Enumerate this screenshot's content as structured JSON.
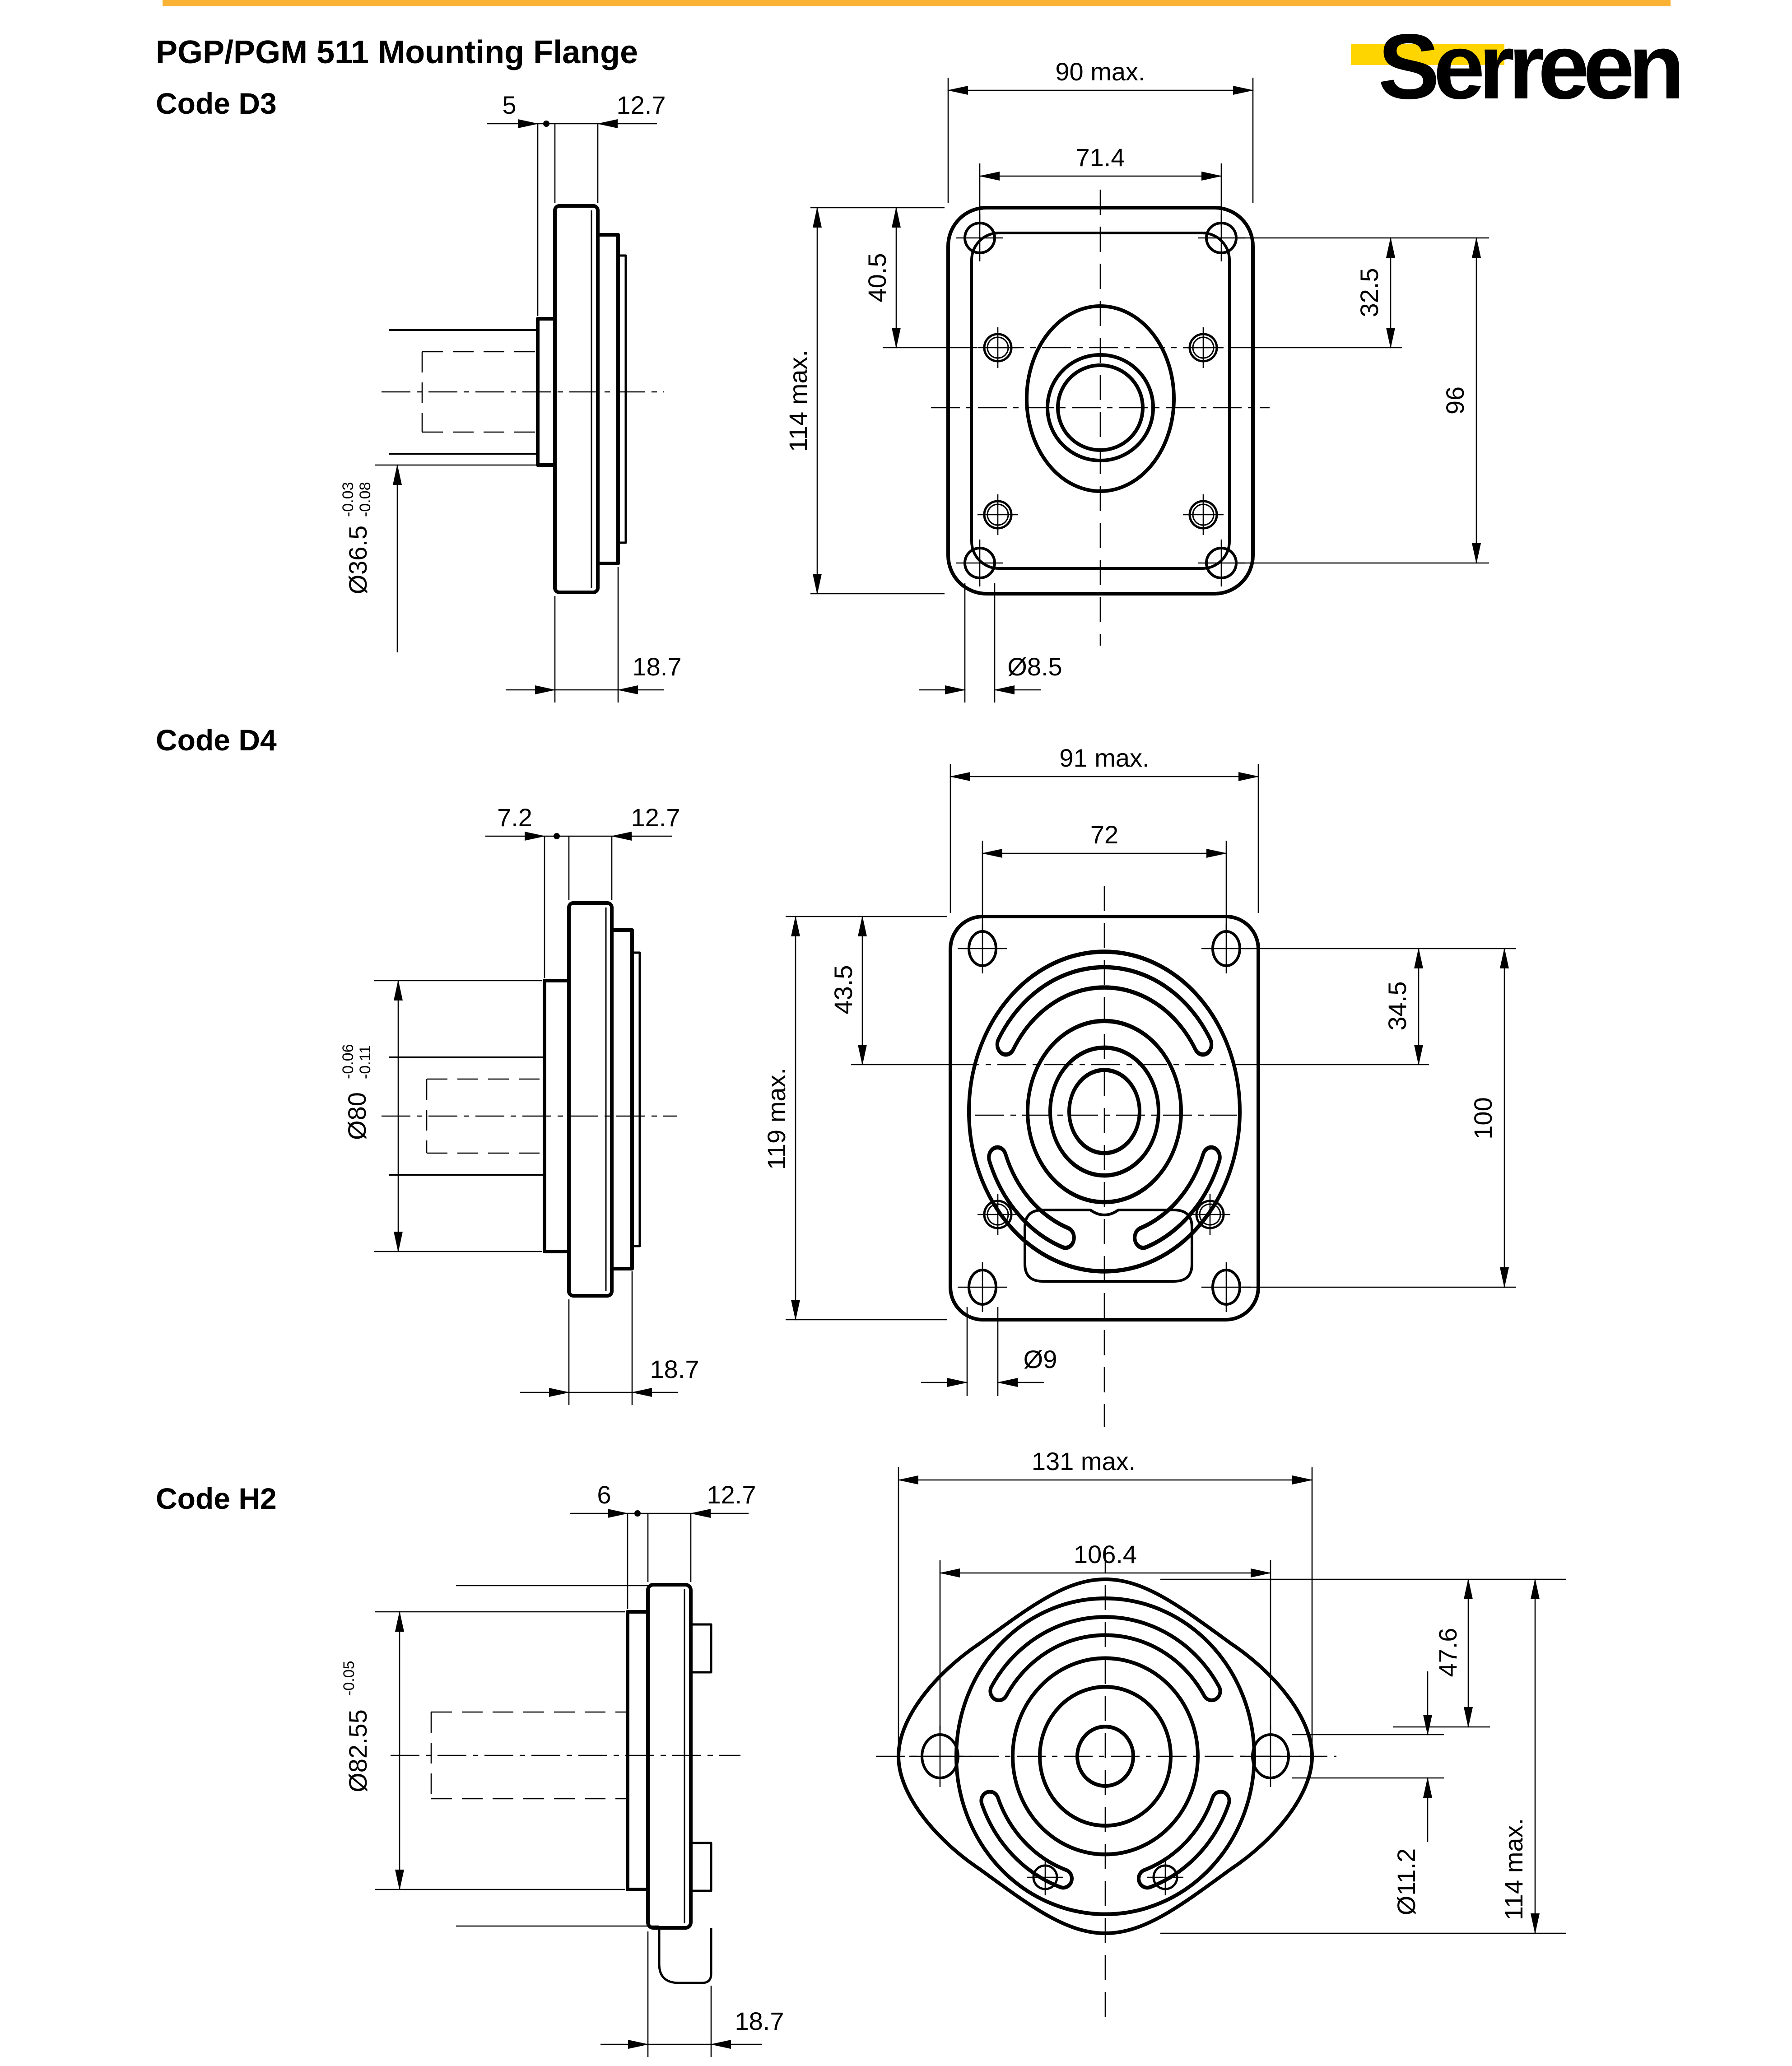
{
  "header": {
    "title": "PGP/PGM 511 Mounting Flange",
    "accent_color": "#F9B233",
    "logo": {
      "text": "Serreen",
      "color": "#FFD500"
    }
  },
  "sections": [
    {
      "code": "Code D3",
      "side": {
        "pilot_width": "5",
        "flange_thickness": "12.7",
        "shaft_diameter": "Ø36.5",
        "shaft_tol_upper": "-0.03",
        "shaft_tol_lower": "-0.08",
        "mount_depth": "18.7"
      },
      "front": {
        "overall_width": "90 max.",
        "bolt_spacing_horizontal": "71.4",
        "upper_offset": "40.5",
        "overall_height": "114 max.",
        "side_offset": "32.5",
        "bolt_spacing_vertical": "96",
        "bolt_hole_diameter": "Ø8.5"
      }
    },
    {
      "code": "Code D4",
      "side": {
        "pilot_width": "7.2",
        "flange_thickness": "12.7",
        "shaft_diameter": "Ø80",
        "shaft_tol_upper": "-0.06",
        "shaft_tol_lower": "-0.11",
        "mount_depth": "18.7"
      },
      "front": {
        "overall_width": "91 max.",
        "bolt_spacing_horizontal": "72",
        "upper_offset": "43.5",
        "overall_height": "119 max.",
        "side_offset": "34.5",
        "bolt_spacing_vertical": "100",
        "bolt_hole_diameter": "Ø9"
      }
    },
    {
      "code": "Code H2",
      "side": {
        "pilot_width": "6",
        "flange_thickness": "12.7",
        "shaft_diameter": "Ø82.55",
        "shaft_tol_upper": "-0.05",
        "shaft_tol_lower": "",
        "mount_depth": "18.7"
      },
      "front": {
        "overall_width": "131 max.",
        "bolt_spacing_horizontal": "106.4",
        "upper_offset": "47.6",
        "overall_height": "114 max.",
        "bolt_hole_diameter": "Ø11.2"
      }
    }
  ]
}
